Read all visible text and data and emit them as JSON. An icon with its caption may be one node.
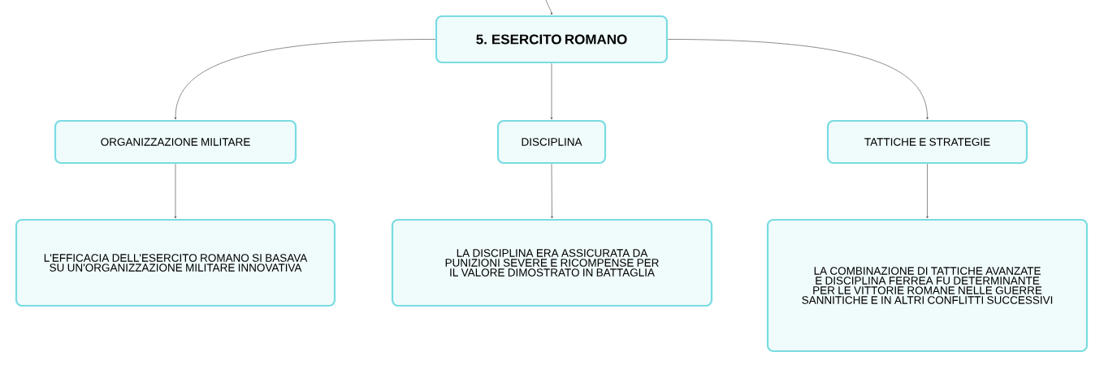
{
  "diagram": {
    "nodes": [
      {
        "text": [
          "5. ESERCITO ROMANO"
        ]
      },
      {
        "text": [
          "ORGANIZZAZIONE MILITARE"
        ]
      },
      {
        "text": [
          "DISCIPLINA"
        ]
      },
      {
        "text": [
          "TATTICHE E STRATEGIE"
        ]
      },
      {
        "text": [
          "L'EFFICACIA DELL'ESERCITO ROMANO SI BASAVA SU UN'ORGANIZZAZIONE MILITARE INNOVATIVA"
        ]
      },
      {
        "text": [
          "LA DISCIPLINA ERA ASSICURATA DA PUNIZIONI SEVERE E RICOMPENSE PER IL VALORE DIMOSTRATO IN BATTAGLIA"
        ]
      },
      {
        "text": [
          "LA COMBINAZIONE DI TATTICHE AVANZATE E DISCIPLINA FERREA FU DETERMINANTE PER LE VITTORIE ROMANE NELLE GUERRE SANNITICHE E IN ALTRI CONFLITTI SUCCESSIVI"
        ]
      }
    ],
    "edges": [
      {
        "from": null,
        "to": 0,
        "arrow": "to"
      },
      {
        "from": 0,
        "to": 1,
        "arrow": "to"
      },
      {
        "from": 0,
        "to": 2,
        "arrow": "to"
      },
      {
        "from": 0,
        "to": 3,
        "arrow": "to"
      },
      {
        "from": 1,
        "to": 4,
        "arrow": "to"
      },
      {
        "from": 2,
        "to": 5,
        "arrow": "to"
      },
      {
        "from": 3,
        "to": 6,
        "arrow": "to"
      }
    ]
  }
}
